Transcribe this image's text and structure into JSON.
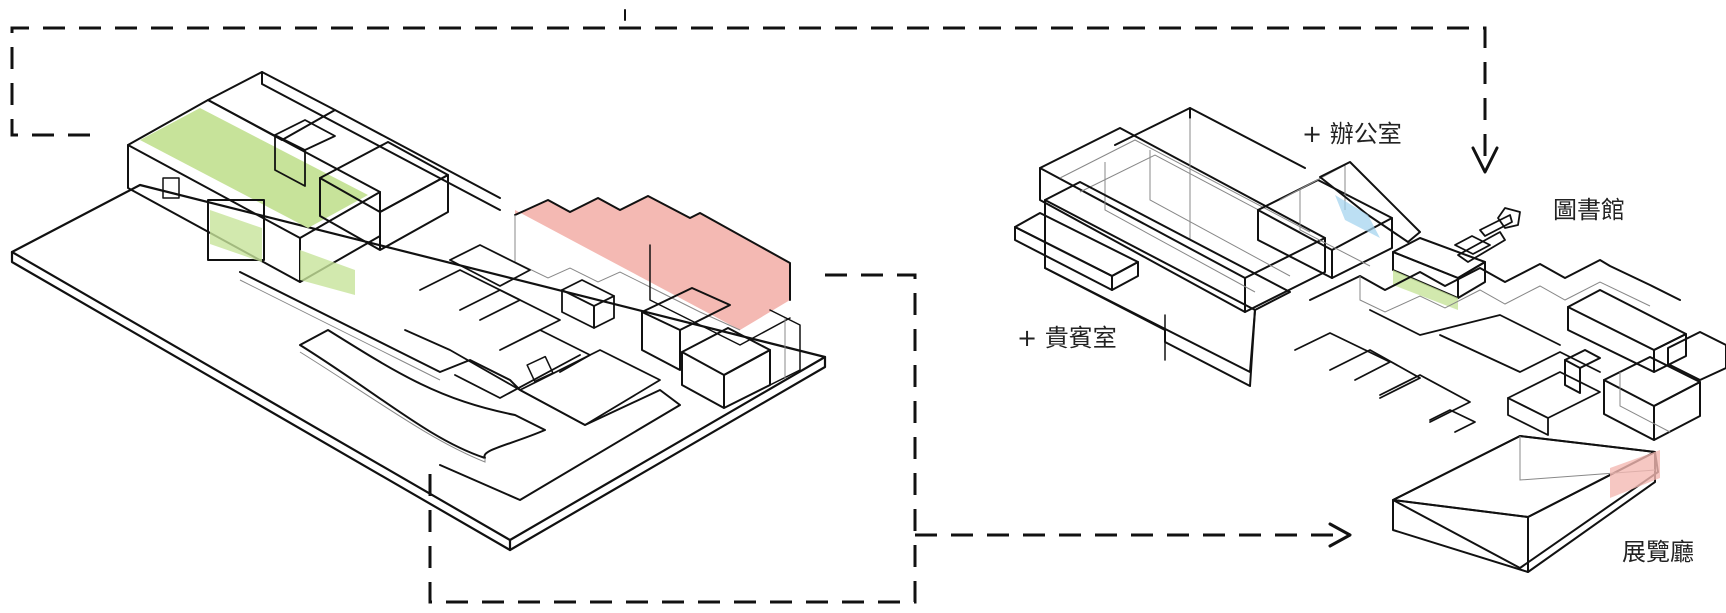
{
  "labels": {
    "office": "+ 辦公室",
    "library": "圖書館",
    "vip": "+ 貴賓室",
    "exhibition": "展覽廳"
  },
  "colors": {
    "green": "#c7e39a",
    "pink": "#f4b9b3",
    "blue": "#9fd2ee",
    "line": "#111111"
  }
}
